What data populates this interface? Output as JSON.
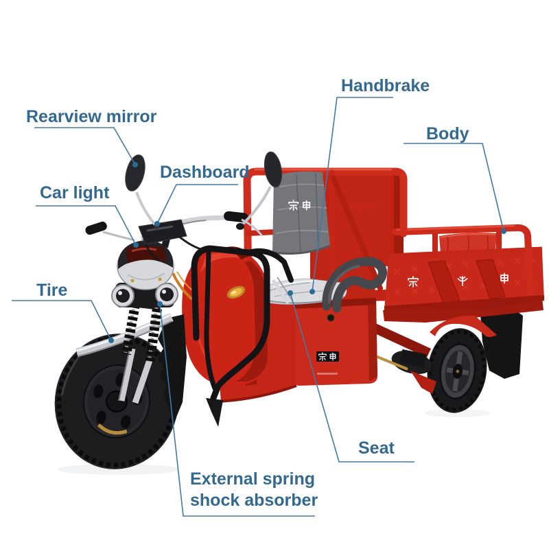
{
  "page": {
    "background_color": "#ffffff",
    "description": "Labeled parts diagram of a red electric cargo tricycle on a white background"
  },
  "palette": {
    "label_text": "#33688f",
    "leader_line": "#4278a5",
    "leader_dot": "#2e6a96",
    "body_red": "#c9281a",
    "dark_red": "#9a1b0e",
    "frame_black": "#161618",
    "chrome": "#cdcfd3",
    "cover_gray": "#75767c",
    "seat_silver": "#dadce0",
    "amber_reflector": "#e8b43c",
    "gold_hardware": "#b68e3e"
  },
  "callouts": [
    {
      "id": "rearview-mirror",
      "text": "Rearview mirror"
    },
    {
      "id": "dashboard",
      "text": "Dashboard"
    },
    {
      "id": "car-light",
      "text": "Car light"
    },
    {
      "id": "tire",
      "text": "Tire"
    },
    {
      "id": "handbrake",
      "text": "Handbrake"
    },
    {
      "id": "body",
      "text": "Body"
    },
    {
      "id": "seat",
      "text": "Seat"
    },
    {
      "id": "shock-absorber",
      "text": "External spring\nshock absorber"
    }
  ],
  "vehicle": {
    "type": "electric cargo tricycle",
    "main_color": "red",
    "branding": {
      "backrest_cover_text": "宗申",
      "cargo_panel_left_char": "宗",
      "cargo_panel_emblem": "zongshen-logo",
      "cargo_panel_right_char": "申",
      "under_seat_label_text": "宗申"
    }
  }
}
